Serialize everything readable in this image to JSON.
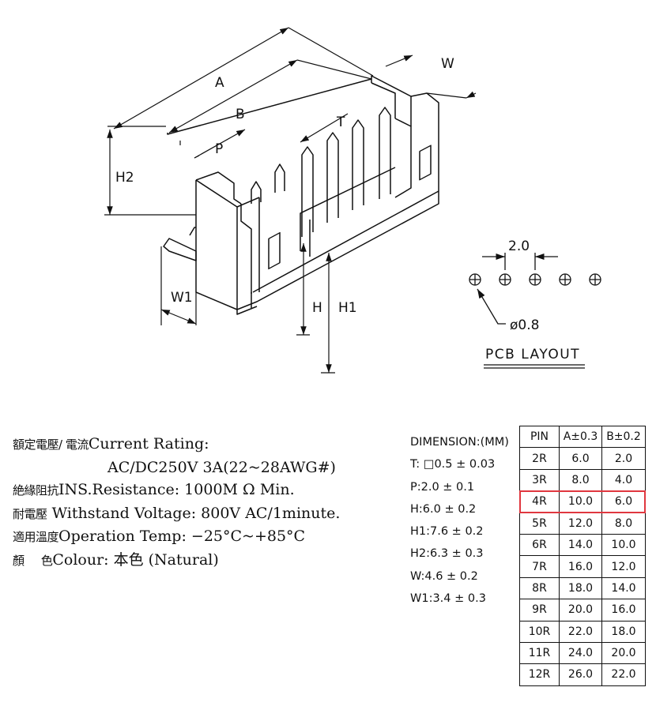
{
  "diagram": {
    "labels": {
      "A": "A",
      "B": "B",
      "T": "T",
      "P": "P",
      "W": "W",
      "H2": "H2",
      "W1": "W1",
      "H": "H",
      "H1": "H1"
    },
    "pcb": {
      "pitch": "2.0",
      "hole": "ø0.8",
      "caption": "PCB LAYOUT"
    }
  },
  "specs": [
    {
      "cjk": "額定電壓/ 電流",
      "text": "Current  Rating:"
    },
    {
      "cjk": "",
      "text": "AC/DC250V 3A(22~28AWG#)"
    },
    {
      "cjk": "絶緣阻抗",
      "text": "INS.Resistance: 1000M Ω Min."
    },
    {
      "cjk": "耐電壓",
      "text": "Withstand  Voltage:  800V AC/1minute."
    },
    {
      "cjk": "適用溫度",
      "text": "Operation  Temp: −25°C~+85°C"
    },
    {
      "cjk": "顏     色",
      "text": "Colour: 本色 (Natural)"
    }
  ],
  "dimensions": {
    "header": "DIMENSION:(MM)",
    "items": [
      "T: □0.5 ± 0.03",
      "P:2.0 ± 0.1",
      "H:6.0 ± 0.2",
      "H1:7.6 ± 0.2",
      "H2:6.3 ± 0.3",
      "W:4.6 ± 0.2",
      "W1:3.4 ± 0.3"
    ]
  },
  "pin_table": {
    "headers": [
      "PIN",
      "A±0.3",
      "B±0.2"
    ],
    "rows": [
      [
        "2R",
        "6.0",
        "2.0"
      ],
      [
        "3R",
        "8.0",
        "4.0"
      ],
      [
        "4R",
        "10.0",
        "6.0"
      ],
      [
        "5R",
        "12.0",
        "8.0"
      ],
      [
        "6R",
        "14.0",
        "10.0"
      ],
      [
        "7R",
        "16.0",
        "12.0"
      ],
      [
        "8R",
        "18.0",
        "14.0"
      ],
      [
        "9R",
        "20.0",
        "16.0"
      ],
      [
        "10R",
        "22.0",
        "18.0"
      ],
      [
        "11R",
        "24.0",
        "20.0"
      ],
      [
        "12R",
        "26.0",
        "22.0"
      ]
    ],
    "highlight_row": 2,
    "highlight_color": "#e0373f"
  }
}
